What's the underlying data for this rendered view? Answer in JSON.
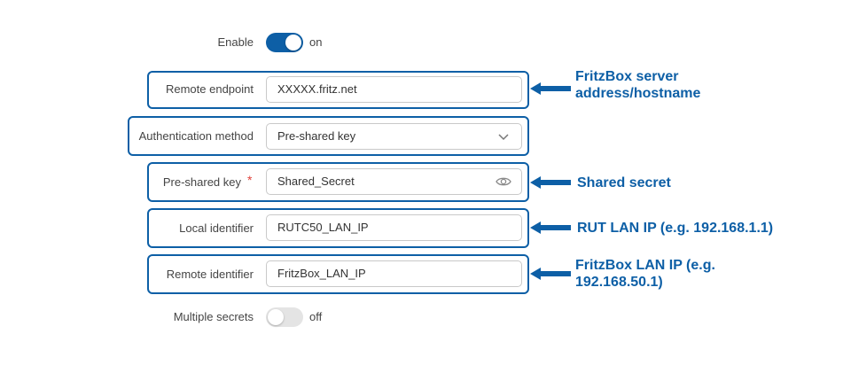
{
  "form": {
    "enable": {
      "label": "Enable",
      "state_text": "on",
      "checked": true
    },
    "remote_endpoint": {
      "label": "Remote endpoint",
      "value": "XXXXX.fritz.net"
    },
    "auth_method": {
      "label": "Authentication method",
      "value": "Pre-shared key"
    },
    "psk": {
      "label": "Pre-shared key",
      "required_mark": "*",
      "value": "Shared_Secret"
    },
    "local_id": {
      "label": "Local identifier",
      "value": "RUTC50_LAN_IP"
    },
    "remote_id": {
      "label": "Remote identifier",
      "value": "FritzBox_LAN_IP"
    },
    "multiple_secrets": {
      "label": "Multiple secrets",
      "state_text": "off",
      "checked": false
    }
  },
  "annotations": {
    "endpoint_line1": "FritzBox server",
    "endpoint_line2": "address/hostname",
    "psk": "Shared secret",
    "local_id": "RUT LAN IP (e.g. 192.168.1.1)",
    "remote_id_line1": "FritzBox LAN IP (e.g.",
    "remote_id_line2": "192.168.50.1)"
  },
  "colors": {
    "accent": "#0d5fa6",
    "required": "#e0403a",
    "toggle_off": "#e4e4e4"
  },
  "icons": {
    "auth_dropdown": "chevron-down-icon",
    "psk_visibility": "eye-icon",
    "annotation_arrow": "arrow-left-icon"
  }
}
